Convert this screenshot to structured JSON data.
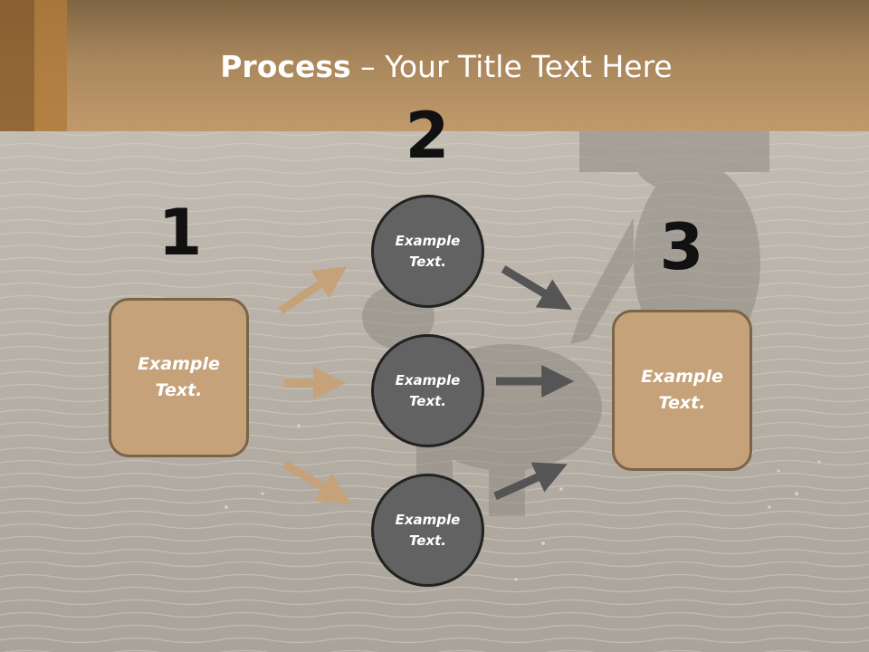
{
  "slide": {
    "title_bold": "Process",
    "title_rest": " – Your Title Text Here",
    "step_numbers": [
      "1",
      "2",
      "3"
    ],
    "box_left_text": "Example\nText.",
    "box_right_text": "Example\nText.",
    "circles": [
      "Example\nText.",
      "Example\nText.",
      "Example\nText."
    ]
  },
  "colors": {
    "header": "#c09a6c",
    "box_fill": "#c5a27a",
    "circle_fill": "#626262",
    "arrow_tan": "#c5a27a",
    "arrow_gray": "#555555"
  }
}
